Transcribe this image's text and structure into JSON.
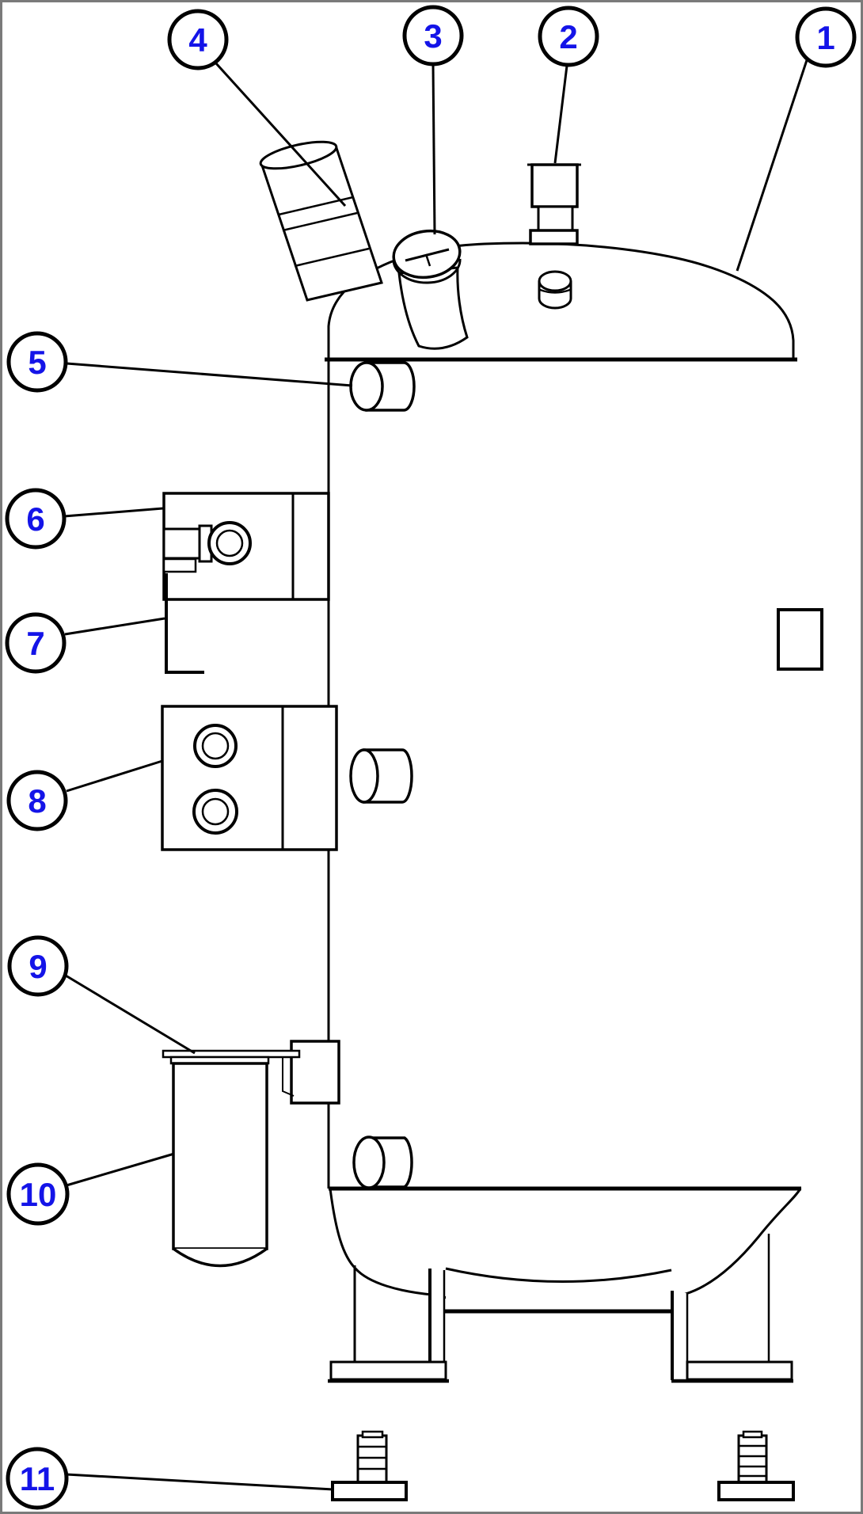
{
  "figure": {
    "type": "parts-diagram",
    "background": "#ffffff",
    "line_color": "#000000",
    "border_color": "#7a7a7a",
    "callout_style": {
      "fill": "#ffffff",
      "stroke": "#000000",
      "number_color": "#1414e8"
    },
    "callouts": [
      {
        "label": "1",
        "part": "tank-assembly"
      },
      {
        "label": "2",
        "part": "top-fitting"
      },
      {
        "label": "3",
        "part": "filler-cap"
      },
      {
        "label": "4",
        "part": "inlet-hose"
      },
      {
        "label": "5",
        "part": "upper-port-cylinder"
      },
      {
        "label": "6",
        "part": "upper-valve-block"
      },
      {
        "label": "7",
        "part": "mounting-bracket"
      },
      {
        "label": "8",
        "part": "lower-valve-block"
      },
      {
        "label": "9",
        "part": "filter-flange"
      },
      {
        "label": "10",
        "part": "filter-canister"
      },
      {
        "label": "11",
        "part": "mounting-bolt"
      }
    ]
  }
}
